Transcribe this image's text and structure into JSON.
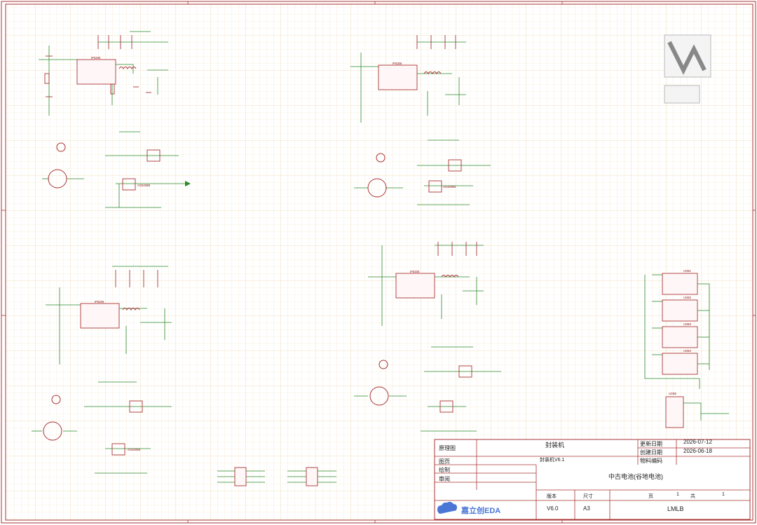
{
  "chips": [
    "IP5306",
    "IP5306",
    "IP5306",
    "IP5306"
  ],
  "mosfet_label": "AO3400B",
  "connectors": [
    "USB1",
    "USB2",
    "USB3",
    "USB4",
    "USB5"
  ],
  "title_block": {
    "rows_left": [
      "原理图",
      "图页",
      "绘制",
      "审阅"
    ],
    "title": "封装机",
    "subtitle": "封装机V6.1",
    "update_label": "更新日期",
    "update_date": "2026-07-12",
    "create_label": "创建日期",
    "create_date": "2026-06-18",
    "part_label": "物料编码",
    "part_name": "中古电池(谷地电池)",
    "version_label": "版本",
    "version": "V6.0",
    "size_label": "尺寸",
    "size": "A3",
    "page_label": "页",
    "page": "1",
    "total_label": "共",
    "total": "1",
    "author": "LMLB",
    "logo_text": "嘉立创EDA"
  }
}
